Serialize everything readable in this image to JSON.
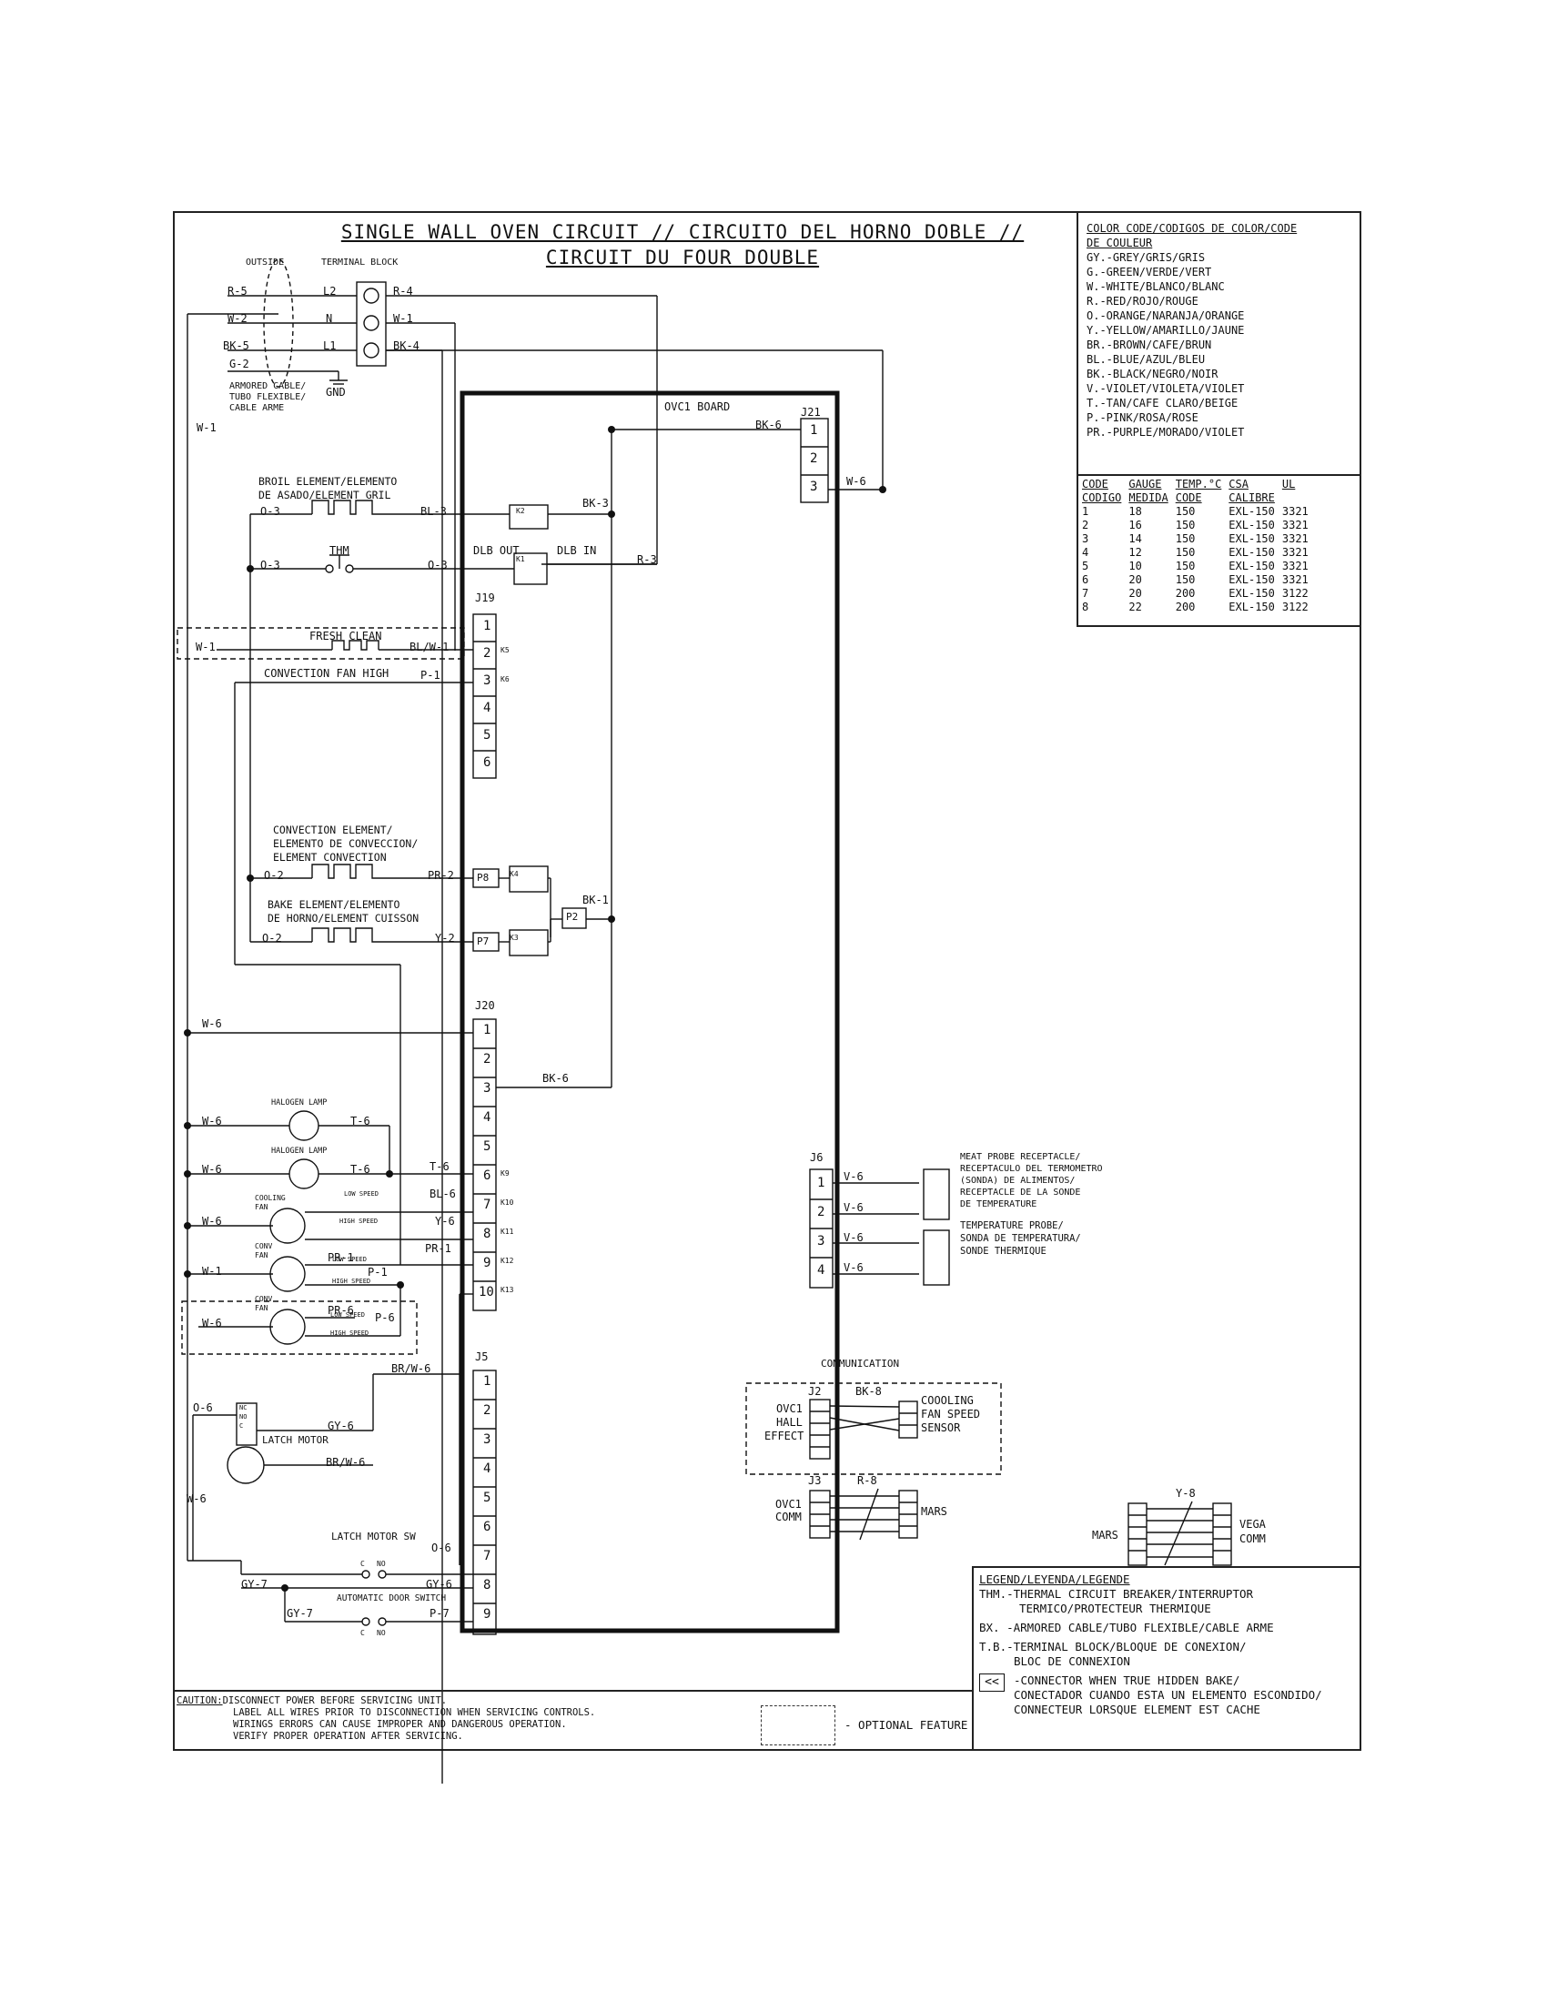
{
  "title": {
    "line1": "SINGLE WALL OVEN CIRCUIT // CIRCUITO DEL HORNO DOBLE //",
    "line2": "CIRCUIT DU FOUR DOUBLE"
  },
  "color_code": {
    "heading_line1": "COLOR CODE/CODIGOS DE COLOR/CODE",
    "heading_line2": "DE COULEUR",
    "entries": [
      "GY.-GREY/GRIS/GRIS",
      "G.-GREEN/VERDE/VERT",
      "W.-WHITE/BLANCO/BLANC",
      "R.-RED/ROJO/ROUGE",
      "O.-ORANGE/NARANJA/ORANGE",
      "Y.-YELLOW/AMARILLO/JAUNE",
      "BR.-BROWN/CAFE/BRUN",
      "BL.-BLUE/AZUL/BLEU",
      "BK.-BLACK/NEGRO/NOIR",
      "V.-VIOLET/VIOLETA/VIOLET",
      "T.-TAN/CAFE CLARO/BEIGE",
      "P.-PINK/ROSA/ROSE",
      "PR.-PURPLE/MORADO/VIOLET"
    ]
  },
  "gauge_table": {
    "header1": [
      "CODE",
      "GAUGE",
      "TEMP.°C",
      "CSA",
      "UL"
    ],
    "header2": [
      "CODIGO",
      "MEDIDA",
      "CODE",
      "CALIBRE",
      ""
    ],
    "rows": [
      [
        "1",
        "18",
        "150",
        "EXL-150",
        "3321"
      ],
      [
        "2",
        "16",
        "150",
        "EXL-150",
        "3321"
      ],
      [
        "3",
        "14",
        "150",
        "EXL-150",
        "3321"
      ],
      [
        "4",
        "12",
        "150",
        "EXL-150",
        "3321"
      ],
      [
        "5",
        "10",
        "150",
        "EXL-150",
        "3321"
      ],
      [
        "6",
        "20",
        "150",
        "EXL-150",
        "3321"
      ],
      [
        "7",
        "20",
        "200",
        "EXL-150",
        "3122"
      ],
      [
        "8",
        "22",
        "200",
        "EXL-150",
        "3122"
      ]
    ]
  },
  "legend": {
    "heading": "LEGEND/LEYENDA/LEGENDE",
    "thm": [
      "THM.-THERMAL CIRCUIT BREAKER/INTERRUPTOR",
      "TERMICO/PROTECTEUR THERMIQUE"
    ],
    "bx": [
      "BX. -ARMORED CABLE/TUBO FLEXIBLE/CABLE ARME"
    ],
    "tb": [
      "T.B.-TERMINAL BLOCK/BLOQUE DE CONEXION/",
      "BLOC DE CONNEXION"
    ],
    "connector": [
      "-CONNECTOR WHEN TRUE HIDDEN BAKE/",
      "CONECTADOR CUANDO ESTA UN ELEMENTO ESCONDIDO/",
      "CONNECTEUR LORSQUE ELEMENT EST CACHE"
    ]
  },
  "caution": {
    "label": "CAUTION:",
    "lines": [
      "DISCONNECT POWER BEFORE SERVICING UNIT.",
      "LABEL ALL WIRES PRIOR TO DISCONNECTION WHEN SERVICING CONTROLS.",
      "WIRINGS ERRORS CAN CAUSE IMPROPER AND DANGEROUS OPERATION.",
      "VERIFY PROPER OPERATION AFTER SERVICING."
    ]
  },
  "optional_feature": "- OPTIONAL FEATURE",
  "labels": {
    "outside": "OUTSIDE",
    "terminal_block": "TERMINAL BLOCK",
    "r5": "R-5",
    "w2": "W-2",
    "bk5": "BK-5",
    "g2": "G-2",
    "l2": "L2",
    "n": "N",
    "l1": "L1",
    "r4": "R-4",
    "w1": "W-1",
    "bk4": "BK-4",
    "gnd": "GND",
    "armored1": "ARMORED CABLE/",
    "armored2": "TUBO FLEXIBLE/",
    "armored3": "CABLE ARME",
    "w1_left": "W-1",
    "board": "OVC1 BOARD",
    "j21": "J21",
    "bk6_j21": "BK-6",
    "w6_j21": "W-6",
    "broil1": "BROIL ELEMENT/ELEMENTO",
    "broil2": "DE ASADO/ELEMENT GRIL",
    "o3a": "O-3",
    "bl3": "BL-3",
    "bk3": "BK-3",
    "thm": "THM",
    "o3b": "O-3",
    "o3c": "O-3",
    "dlb_out": "DLB OUT",
    "dlb_in": "DLB IN",
    "r3": "R-3",
    "k2": "K2",
    "k1": "K1",
    "j19": "J19",
    "fresh_clean": "FRESH CLEAN",
    "w1_fc": "W-1",
    "bl_w1": "BL/W-1",
    "conv_fan_high": "CONVECTION FAN HIGH",
    "p1": "P-1",
    "k5": "K5",
    "k6": "K6",
    "conv1": "CONVECTION ELEMENT/",
    "conv2": "ELEMENTO DE CONVECCION/",
    "conv3": "ELEMENT CONVECTION",
    "o2a": "O-2",
    "pr2": "PR-2",
    "p8": "P8",
    "k4": "K4",
    "bk1": "BK-1",
    "p2": "P2",
    "bake1": "BAKE ELEMENT/ELEMENTO",
    "bake2": "DE HORNO/ELEMENT CUISSON",
    "o2b": "O-2",
    "y2": "Y-2",
    "p7": "P7",
    "k3": "K3",
    "j20": "J20",
    "w6_j20": "W-6",
    "bk6_j20": "BK-6",
    "halogen": "HALOGEN LAMP",
    "w6_h1": "W-6",
    "t6_h1": "T-6",
    "w6_h2": "W-6",
    "t6_h2": "T-6",
    "t6_j20": "T-6",
    "cooling_fan": "COOLING",
    "fan": "FAN",
    "low_speed": "LOW SPEED",
    "high_speed": "HIGH SPEED",
    "bl6": "BL-6",
    "y6": "Y-6",
    "w6_cf": "W-6",
    "conv_fan": "CONV",
    "pr1a": "PR-1",
    "pr1b": "PR-1",
    "p1b": "P-1",
    "w1_cv": "W-1",
    "pr6": "PR-6",
    "p6": "P-6",
    "w6_cv2": "W-6",
    "k9": "K9",
    "k10": "K10",
    "k11": "K11",
    "k12": "K12",
    "k13": "K13",
    "j5": "J5",
    "br_w6": "BR/W-6",
    "o6": "O-6",
    "nc": "NC",
    "no": "NO",
    "c": "C",
    "gy6": "GY-6",
    "latch_motor": "LATCH MOTOR",
    "br_w6b": "BR/W-6",
    "w6_lm": "W-6",
    "latch_sw": "LATCH MOTOR SW",
    "o6b": "O-6",
    "gy7a": "GY-7",
    "gy6b": "GY-6",
    "auto_door": "AUTOMATIC DOOR SWITCH",
    "gy7b": "GY-7",
    "p7w": "P-7",
    "sw_c": "C",
    "sw_no": "NO",
    "j6": "J6",
    "v6": "V-6",
    "meat1": "MEAT PROBE RECEPTACLE/",
    "meat2": "RECEPTACULO DEL TERMOMETRO",
    "meat3": "(SONDA) DE ALIMENTOS/",
    "meat4": "RECEPTACLE DE LA SONDE",
    "meat5": "DE TEMPERATURE",
    "temp1": "TEMPERATURE PROBE/",
    "temp2": "SONDA DE TEMPERATURA/",
    "temp3": "SONDE THERMIQUE",
    "communication": "COMMUNICATION",
    "j2": "J2",
    "bk8": "BK-8",
    "ovc1": "OVC1",
    "hall": "HALL",
    "effect": "EFFECT",
    "cooling_sensor1": "COOOLING",
    "cooling_sensor2": "FAN SPEED",
    "cooling_sensor3": "SENSOR",
    "j3": "J3",
    "r8": "R-8",
    "comm": "COMM",
    "mars": "MARS",
    "y8": "Y-8",
    "mars2": "MARS",
    "vega": "VEGA",
    "vega_comm": "COMM"
  }
}
